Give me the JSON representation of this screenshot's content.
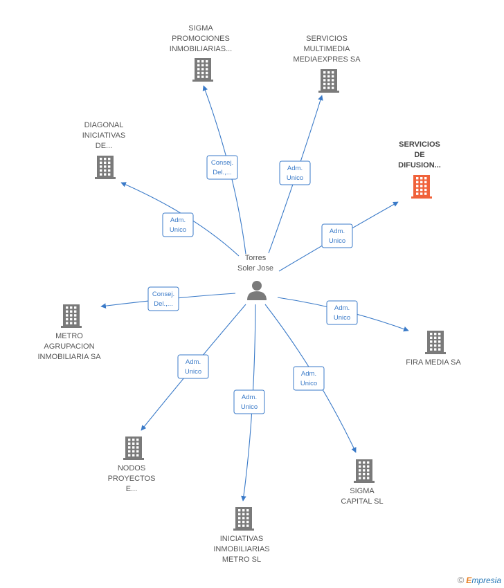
{
  "center": {
    "name_lines": [
      "Torres",
      "Soler Jose"
    ],
    "icon": "person-icon"
  },
  "colors": {
    "edge": "#3a7ac8",
    "building": "#7a7a7a",
    "highlight": "#f0623a"
  },
  "nodes": [
    {
      "id": "sigma-promociones",
      "lines": [
        "SIGMA",
        "PROMOCIONES",
        "INMOBILIARIAS..."
      ],
      "relation": [
        "Consej.",
        "Del.,..."
      ],
      "highlight": false
    },
    {
      "id": "servicios-multimedia",
      "lines": [
        "SERVICIOS",
        "MULTIMEDIA",
        "MEDIAEXPRES SA"
      ],
      "relation": [
        "Adm.",
        "Unico"
      ],
      "highlight": false
    },
    {
      "id": "diagonal-iniciativas",
      "lines": [
        "DIAGONAL",
        "INICIATIVAS",
        "DE..."
      ],
      "relation": [
        "Adm.",
        "Unico"
      ],
      "highlight": false
    },
    {
      "id": "servicios-difusion",
      "lines": [
        "SERVICIOS",
        "DE",
        "DIFUSION..."
      ],
      "relation": [
        "Adm.",
        "Unico"
      ],
      "highlight": true
    },
    {
      "id": "metro-agrupacion",
      "lines": [
        "METRO",
        "AGRUPACION",
        "INMOBILIARIA SA"
      ],
      "relation": [
        "Consej.",
        "Del.,..."
      ],
      "highlight": false
    },
    {
      "id": "fira-media",
      "lines": [
        "FIRA MEDIA SA"
      ],
      "relation": [
        "Adm.",
        "Unico"
      ],
      "highlight": false
    },
    {
      "id": "nodos-proyectos",
      "lines": [
        "NODOS",
        "PROYECTOS",
        "E..."
      ],
      "relation": [
        "Adm.",
        "Unico"
      ],
      "highlight": false
    },
    {
      "id": "sigma-capital",
      "lines": [
        "SIGMA",
        "CAPITAL SL"
      ],
      "relation": [
        "Adm.",
        "Unico"
      ],
      "highlight": false
    },
    {
      "id": "iniciativas-inmobiliarias",
      "lines": [
        "INICIATIVAS",
        "INMOBILIARIAS",
        "METRO SL"
      ],
      "relation": [
        "Adm.",
        "Unico"
      ],
      "highlight": false
    }
  ],
  "footer": {
    "copyright_symbol": "©",
    "brand_initial": "E",
    "brand_rest": "mpresia"
  }
}
